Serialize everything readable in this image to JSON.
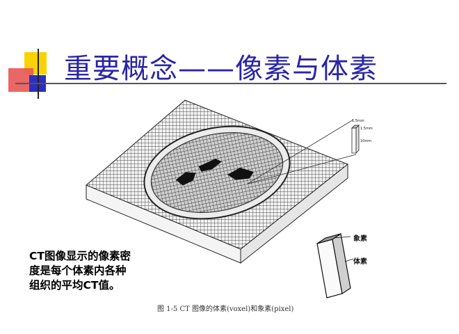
{
  "slide": {
    "title": "重要概念——像素与体素",
    "body_lines": [
      "CT图像显示的像素密",
      "度是每个体素内各种",
      "组织的平均CT值。"
    ],
    "caption": "图 1-5   CT 图像的体素(voxel)和象素(pixel)"
  },
  "figure": {
    "label_pixel": "象素",
    "label_voxel": "体素",
    "dim_1": "1.5mm",
    "dim_2": "1.5mm",
    "dim_3": "10mm"
  },
  "colors": {
    "title": "#2a25a6",
    "accent_yellow": "#f9d200",
    "accent_red": "#e85a5a",
    "accent_blue": "#2c2fbe"
  }
}
